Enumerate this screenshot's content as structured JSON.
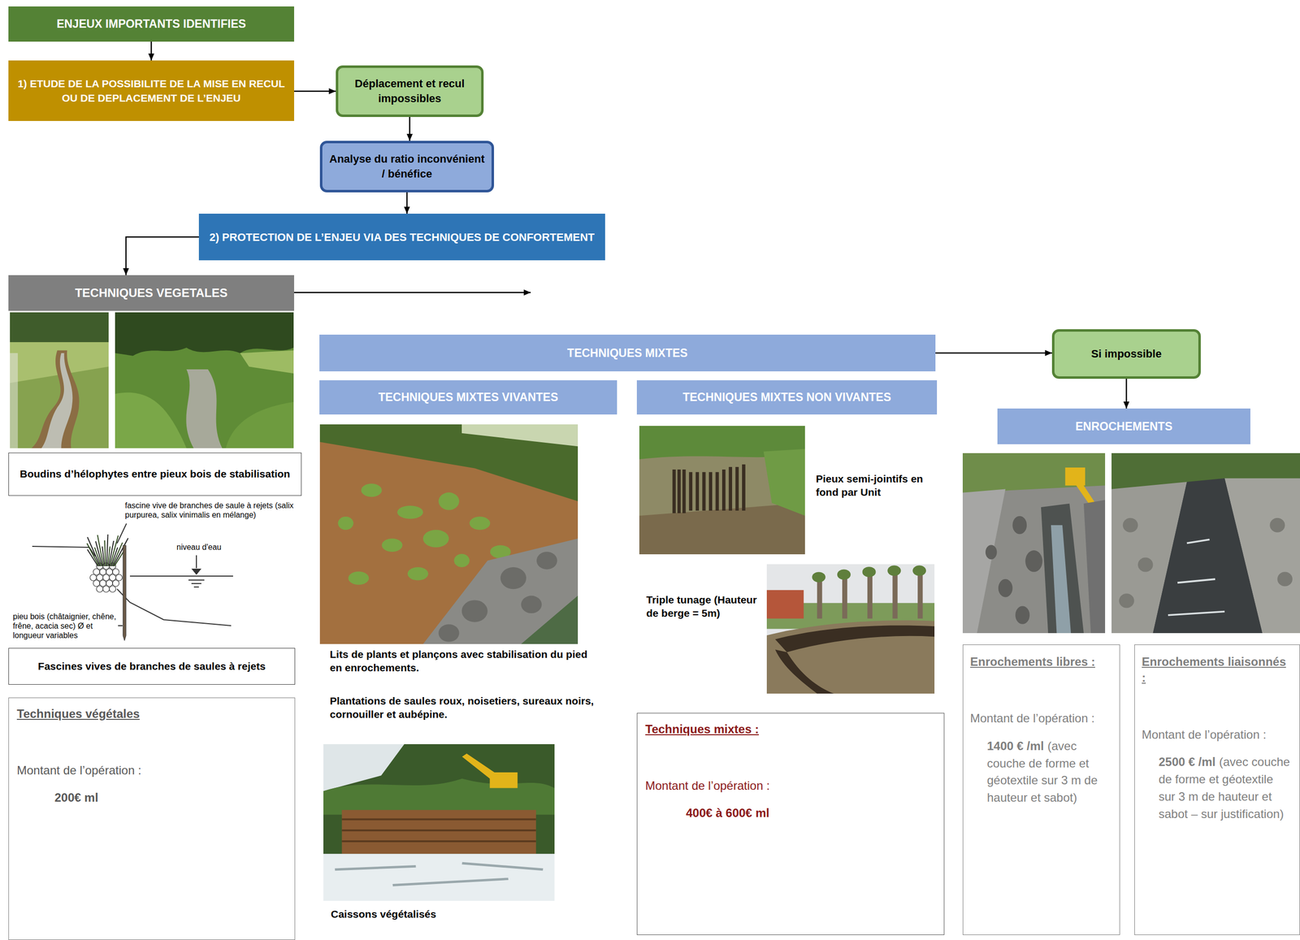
{
  "diagram": {
    "nodes": [
      {
        "text": [
          "ENJEUX IMPORTANTS IDENTIFIES"
        ]
      },
      {
        "text": [
          "1) ETUDE DE LA POSSIBILITE DE LA MISE EN RECUL OU DE DEPLACEMENT DE L’ENJEU"
        ]
      },
      {
        "text": [
          "Déplacement et recul impossibles"
        ]
      },
      {
        "text": [
          "Analyse du ratio inconvénient / bénéfice"
        ]
      },
      {
        "text": [
          "2) PROTECTION DE L’ENJEU VIA DES TECHNIQUES DE CONFORTEMENT"
        ]
      },
      {
        "text": [
          "TECHNIQUES VEGETALES"
        ]
      },
      {
        "text": [
          "Boudins d’hélophytes entre pieux bois de stabilisation"
        ]
      },
      {
        "text": [
          "Fascines vives de branches de saules à rejets"
        ]
      },
      {
        "text": [
          "Techniques végétales",
          "Montant de l’opération :",
          "200€ ml"
        ]
      },
      {
        "text": [
          "TECHNIQUES MIXTES"
        ]
      },
      {
        "text": [
          "TECHNIQUES MIXTES VIVANTES"
        ]
      },
      {
        "text": [
          "TECHNIQUES MIXTES NON VIVANTES"
        ]
      },
      {
        "text": [
          "Si impossible"
        ]
      },
      {
        "text": [
          "ENROCHEMENTS"
        ]
      },
      {
        "text": [
          "Techniques mixtes :",
          "Montant de l’opération :",
          "400€ à 600€ ml"
        ]
      },
      {
        "text": [
          "Enrochements libres :",
          "Montant de l’opération :",
          "1400 € /ml",
          "(avec couche de forme et géotextile sur 3 m de hauteur et sabot)"
        ]
      },
      {
        "text": [
          "Enrochements liaisonnés :",
          "Montant de l’opération :",
          "2500 € /ml",
          "(avec couche de forme et géotextile sur 3 m de hauteur et sabot – sur justification)"
        ]
      }
    ],
    "edges": [
      {
        "from": 0,
        "to": 1,
        "arrow": "to"
      },
      {
        "from": 1,
        "to": 2,
        "arrow": "to"
      },
      {
        "from": 2,
        "to": 3,
        "arrow": "to"
      },
      {
        "from": 3,
        "to": 4,
        "arrow": "to"
      },
      {
        "from": 4,
        "to": 5,
        "arrow": "to"
      },
      {
        "from": 9,
        "to": 12,
        "arrow": "to"
      },
      {
        "from": 12,
        "to": 13,
        "arrow": "to"
      }
    ],
    "labels": [
      "fascine vive de branches de saule à rejets (salix purpurea, salix vinimalis en mélange)",
      "niveau d'eau",
      "pieu bois (châtaignier, chêne, frêne, acacia sec) Ø et longueur variables",
      "Lits de plants et plançons avec stabilisation du pied en enrochements.",
      "Plantations de saules roux, noisetiers, sureaux noirs, cornouiller et aubépine.",
      "Caissons végétalisés",
      "Pieux semi-jointifs en fond par Unit",
      "Triple tunage (Hauteur de berge = 5m)"
    ]
  }
}
